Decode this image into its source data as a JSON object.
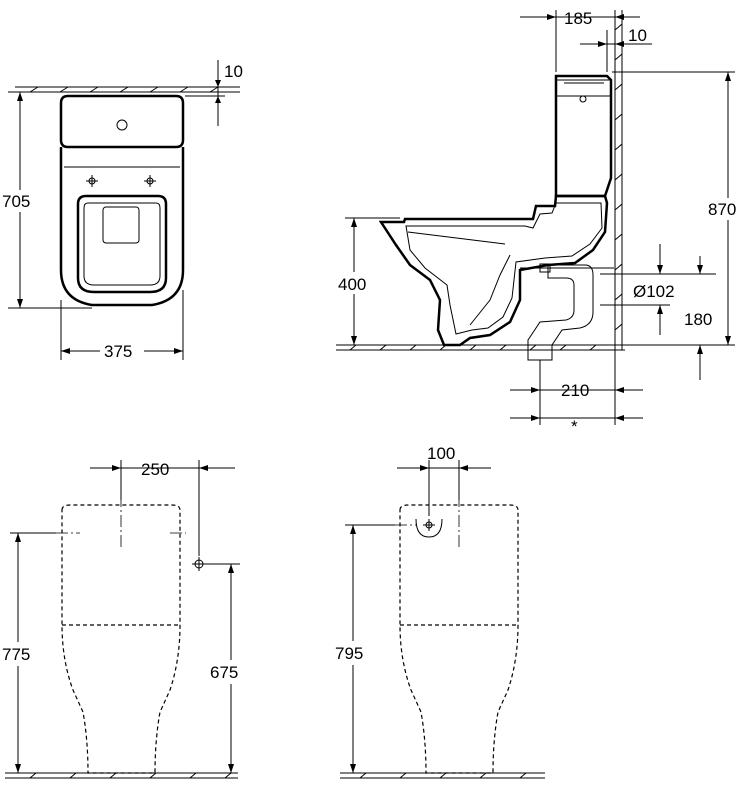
{
  "top_view": {
    "dim_lid_offset": "10",
    "dim_depth": "705",
    "dim_width": "375"
  },
  "side_view": {
    "dim_tank_depth": "185",
    "dim_tank_offset": "10",
    "dim_height": "870",
    "dim_seat_height": "400",
    "dim_outlet_diameter": "Ø102",
    "dim_outlet_height": "180",
    "dim_outlet_distance": "210",
    "note_marker": "*"
  },
  "rear_view_left": {
    "dim_inlet_offset": "250",
    "dim_total_height": "775",
    "dim_inlet_height": "675"
  },
  "rear_view_right": {
    "dim_inlet_offset": "100",
    "dim_total_height": "795"
  }
}
